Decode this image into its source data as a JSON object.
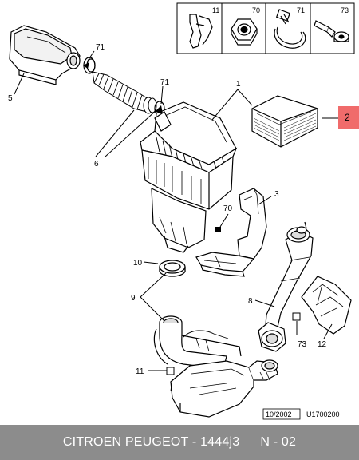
{
  "parts_legend": {
    "items": [
      {
        "number": "11",
        "icon": "clip-icon"
      },
      {
        "number": "70",
        "icon": "hex-nut-icon"
      },
      {
        "number": "71",
        "icon": "hose-clamp-icon"
      },
      {
        "number": "73",
        "icon": "screw-icon"
      }
    ]
  },
  "callouts": {
    "c5": "5",
    "c71a": "71",
    "c71b": "71",
    "c6": "6",
    "c1": "1",
    "c2": "2",
    "c3": "3",
    "c70": "70",
    "c10": "10",
    "c9": "9",
    "c8": "8",
    "c11": "11",
    "c73": "73",
    "c12": "12"
  },
  "highlight_color": "#f06b6b",
  "date_code": "10/2002",
  "ref_code": "U1700200",
  "footer": {
    "brand": "CITROEN PEUGEOT - 1444j3",
    "page": "N - 02"
  }
}
